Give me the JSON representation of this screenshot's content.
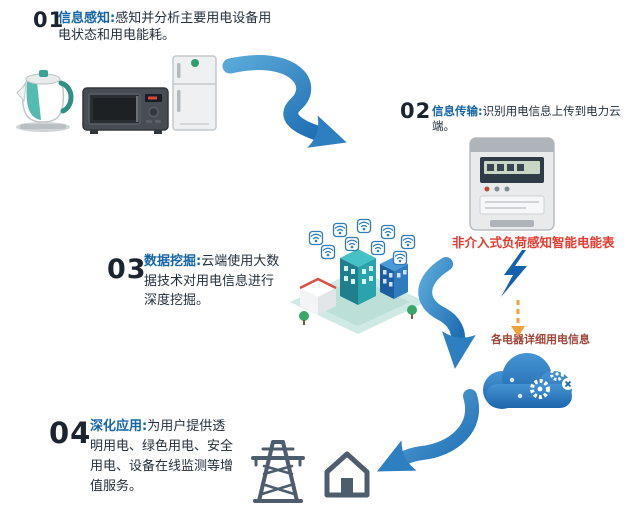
{
  "steps": [
    {
      "number": "01",
      "title": "信息感知:",
      "desc": "感知并分析主要用电设备用电状态和用电能耗。"
    },
    {
      "number": "02",
      "title": "信息传输:",
      "desc": "识别用电信息上传到电力云端。"
    },
    {
      "number": "03",
      "title": "数据挖掘:",
      "desc": "云端使用大数据技术对用电信息进行深度挖掘。"
    },
    {
      "number": "04",
      "title": "深化应用:",
      "desc": "为用户提供透明用电、绿色用电、安全用电、设备在线监测等增值服务。"
    }
  ],
  "labels": {
    "meter_caption": "非介入式负荷感知智能电能表",
    "appliance_detail": "各电器详细用电信息"
  },
  "icons": {
    "appliances": [
      "kettle-icon",
      "microwave-icon",
      "fridge-icon"
    ],
    "meter": "smart-meter-icon",
    "bolt": "lightning-bolt-icon",
    "dashed_arrow": "dashed-down-arrow",
    "cloud": "cloud-computing-icon",
    "city": "smart-city-illustration",
    "tower": "transmission-tower-icon",
    "house": "house-icon"
  },
  "colors": {
    "step_number": "#1b2430",
    "step_title_blue": "#1565a8",
    "step_desc": "#24303e",
    "arrow_blue": "#2e7fc0",
    "meter_caption_red": "#e53b30",
    "detail_label_red": "#a0453a",
    "dashed_orange": "#f0a23a",
    "cloud_blue": "#2f7cc2",
    "icon_slate": "#4e5d6e",
    "city_teal": "#2ba3ad"
  }
}
